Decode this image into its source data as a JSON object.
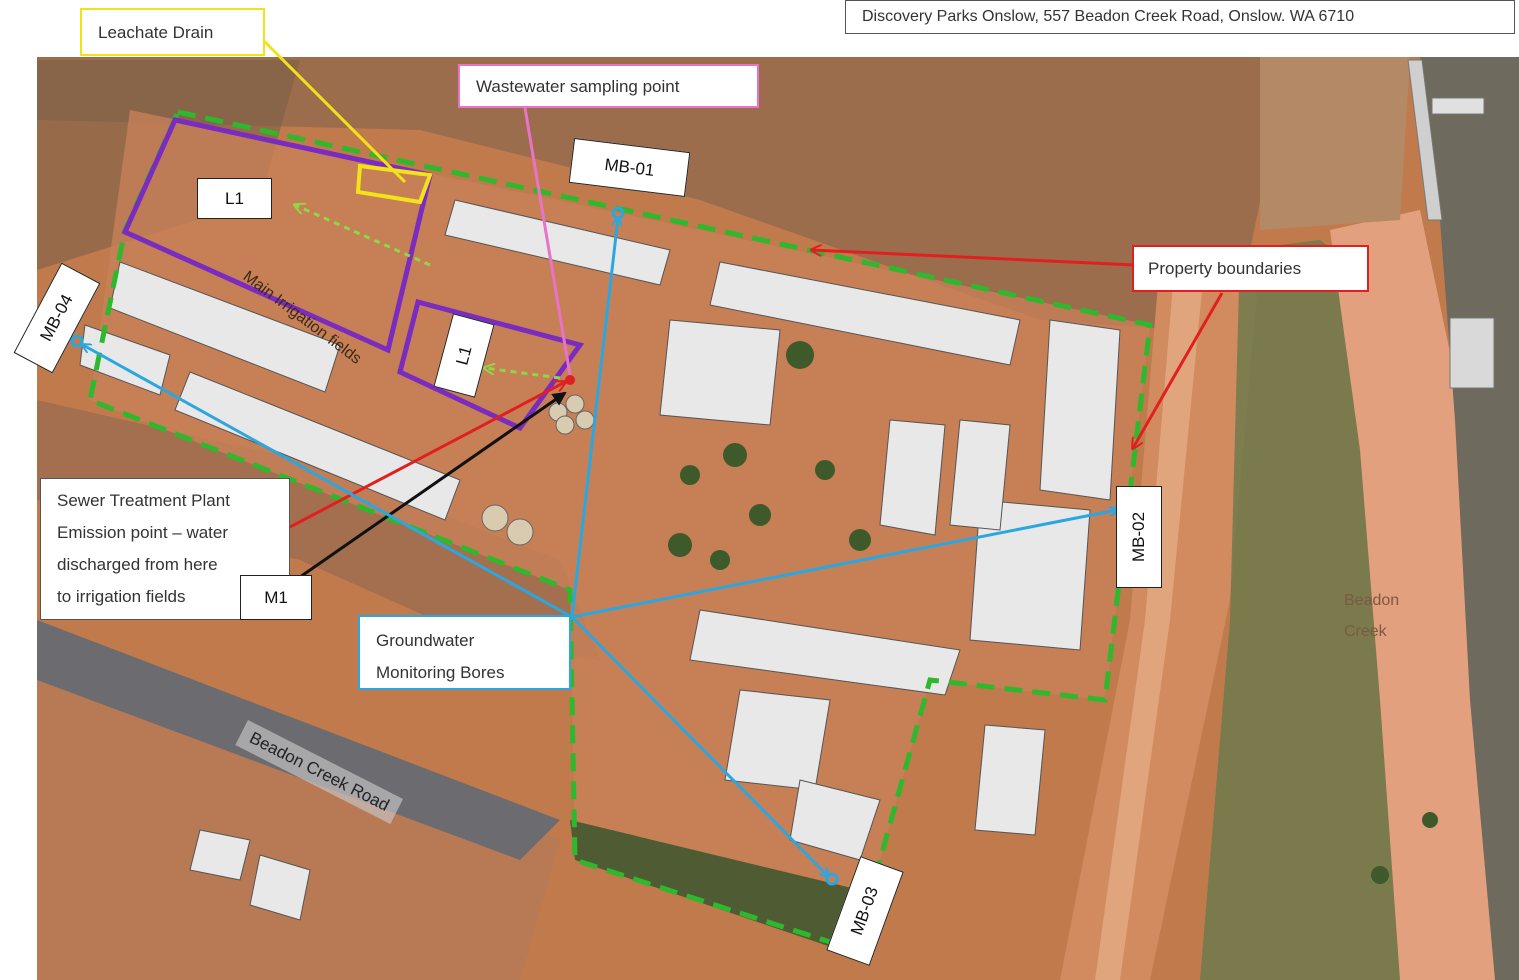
{
  "header": {
    "address": "Discovery Parks Onslow, 557 Beadon Creek Road, Onslow. WA 6710"
  },
  "callouts": {
    "leachate_drain": "Leachate Drain",
    "wastewater_sampling": "Wastewater sampling point",
    "property_boundaries": "Property boundaries",
    "sewer_lines": [
      "Sewer Treatment Plant",
      "Emission point – water",
      "discharged from here",
      "to irrigation fields"
    ],
    "groundwater_lines": [
      "Groundwater",
      "Monitoring Bores"
    ]
  },
  "bores": {
    "mb01": "MB-01",
    "mb02": "MB-02",
    "mb03": "MB-03",
    "mb04": "MB-04"
  },
  "zones": {
    "l1_north": "L1",
    "l1_south": "L1",
    "m1": "M1"
  },
  "map_labels": {
    "irrigation": "Main Irrigation fields",
    "road": "Beadon  Creek Road",
    "creek_lines": [
      "Beadon",
      "Creek"
    ]
  },
  "colors": {
    "boundary": "#2eb82e",
    "irrigation_zone": "#7a2bc0",
    "leachate": "#f2e21a",
    "bore_arrows": "#2aa7e0",
    "property_arrows": "#e02020",
    "sampling_line": "#e873c8",
    "emission_arrow": "#e02020",
    "m1_arrow": "#111111"
  }
}
